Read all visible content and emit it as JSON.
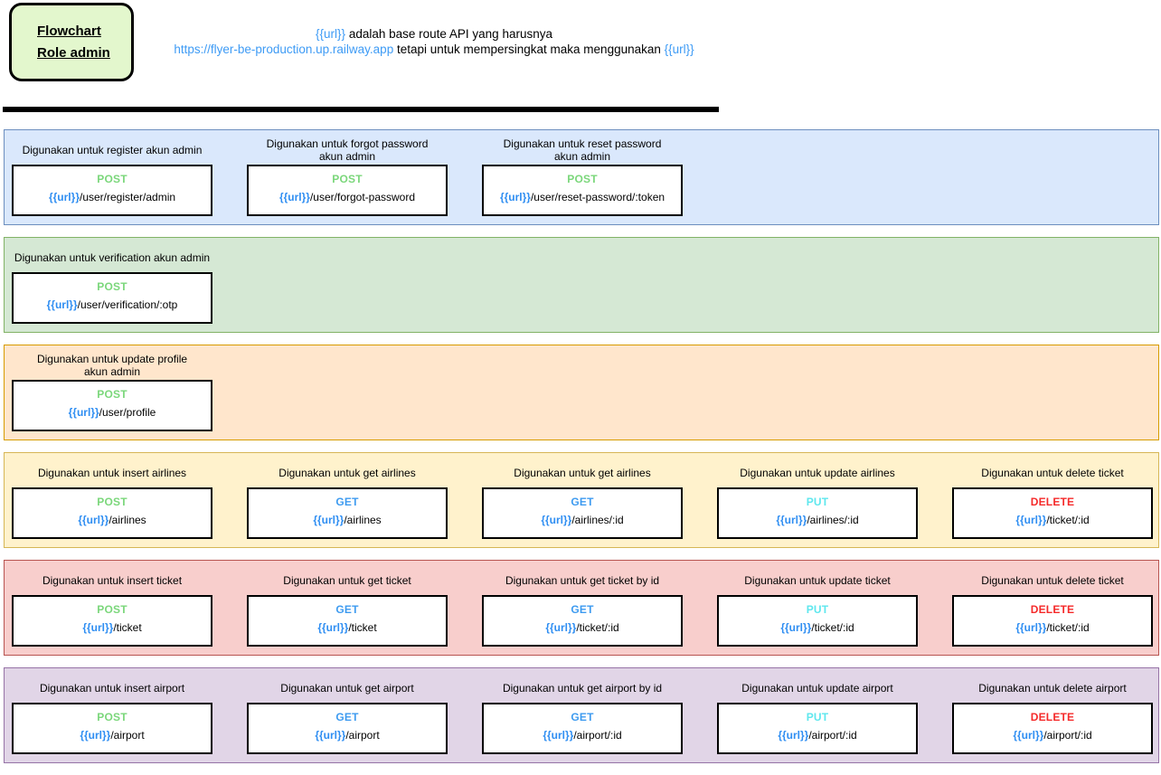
{
  "header": {
    "box_line1": "Flowchart",
    "box_line2": "Role admin",
    "desc": {
      "token1": "{{url}}",
      "line1_text": " adalah base route API yang harusnya",
      "link": "https://flyer-be-production.up.railway.app",
      "line2_text": " tetapi untuk mempersingkat maka menggunakan ",
      "token2": "{{url}}"
    }
  },
  "colors": {
    "flowchart_box_bg": "#e3f7cd",
    "flowchart_box_border": "#000000",
    "link_blue": "#3e9bf5",
    "url_token_blue": "#2f8ef2",
    "divider": "#000000",
    "card_bg": "#ffffff",
    "card_border": "#000000"
  },
  "method_colors": {
    "POST": "#7bd77b",
    "GET": "#3e9bf0",
    "PUT": "#5ee7ee",
    "DELETE": "#f52a2a"
  },
  "sections": [
    {
      "name": "user-auth",
      "bg": "#dae8fc",
      "border": "#6c8ebf",
      "endpoints": [
        {
          "title": "Digunakan untuk register akun admin",
          "method": "POST",
          "url_token": "{{url}}",
          "path": "/user/register/admin"
        },
        {
          "title": "Digunakan untuk forgot password\nakun admin",
          "method": "POST",
          "url_token": "{{url}}",
          "path": "/user/forgot-password"
        },
        {
          "title": "Digunakan untuk reset password\nakun admin",
          "method": "POST",
          "url_token": "{{url}}",
          "path": "/user/reset-password/:token"
        }
      ]
    },
    {
      "name": "user-verification",
      "bg": "#d5e8d4",
      "border": "#82b366",
      "endpoints": [
        {
          "title": "Digunakan untuk verification akun admin",
          "method": "POST",
          "url_token": "{{url}}",
          "path": "/user/verification/:otp"
        }
      ]
    },
    {
      "name": "user-profile",
      "bg": "#ffe6cc",
      "border": "#d79b00",
      "endpoints": [
        {
          "title": "Digunakan untuk update profile\nakun admin",
          "method": "POST",
          "url_token": "{{url}}",
          "path": "/user/profile"
        }
      ]
    },
    {
      "name": "airlines",
      "bg": "#fff2cc",
      "border": "#d6b656",
      "endpoints": [
        {
          "title": "Digunakan untuk insert airlines",
          "method": "POST",
          "url_token": "{{url}}",
          "path": "/airlines"
        },
        {
          "title": "Digunakan untuk get airlines",
          "method": "GET",
          "url_token": "{{url}}",
          "path": "/airlines"
        },
        {
          "title": "Digunakan untuk get airlines",
          "method": "GET",
          "url_token": "{{url}}",
          "path": "/airlines/:id"
        },
        {
          "title": "Digunakan untuk update airlines",
          "method": "PUT",
          "url_token": "{{url}}",
          "path": "/airlines/:id"
        },
        {
          "title": "Digunakan untuk delete ticket",
          "method": "DELETE",
          "url_token": "{{url}}",
          "path": "/ticket/:id"
        }
      ]
    },
    {
      "name": "ticket",
      "bg": "#f8cecc",
      "border": "#b85450",
      "endpoints": [
        {
          "title": "Digunakan untuk insert ticket",
          "method": "POST",
          "url_token": "{{url}}",
          "path": "/ticket"
        },
        {
          "title": "Digunakan untuk get ticket",
          "method": "GET",
          "url_token": "{{url}}",
          "path": "/ticket"
        },
        {
          "title": "Digunakan untuk get ticket by id",
          "method": "GET",
          "url_token": "{{url}}",
          "path": "/ticket/:id"
        },
        {
          "title": "Digunakan untuk update ticket",
          "method": "PUT",
          "url_token": "{{url}}",
          "path": "/ticket/:id"
        },
        {
          "title": "Digunakan untuk delete ticket",
          "method": "DELETE",
          "url_token": "{{url}}",
          "path": "/ticket/:id"
        }
      ]
    },
    {
      "name": "airport",
      "bg": "#e1d5e7",
      "border": "#9673a6",
      "endpoints": [
        {
          "title": "Digunakan untuk insert airport",
          "method": "POST",
          "url_token": "{{url}}",
          "path": "/airport"
        },
        {
          "title": "Digunakan untuk get airport",
          "method": "GET",
          "url_token": "{{url}}",
          "path": "/airport"
        },
        {
          "title": "Digunakan untuk get airport by id",
          "method": "GET",
          "url_token": "{{url}}",
          "path": "/airport/:id"
        },
        {
          "title": "Digunakan untuk update airport",
          "method": "PUT",
          "url_token": "{{url}}",
          "path": "/airport/:id"
        },
        {
          "title": "Digunakan untuk delete airport",
          "method": "DELETE",
          "url_token": "{{url}}",
          "path": "/airport/:id"
        }
      ]
    }
  ]
}
